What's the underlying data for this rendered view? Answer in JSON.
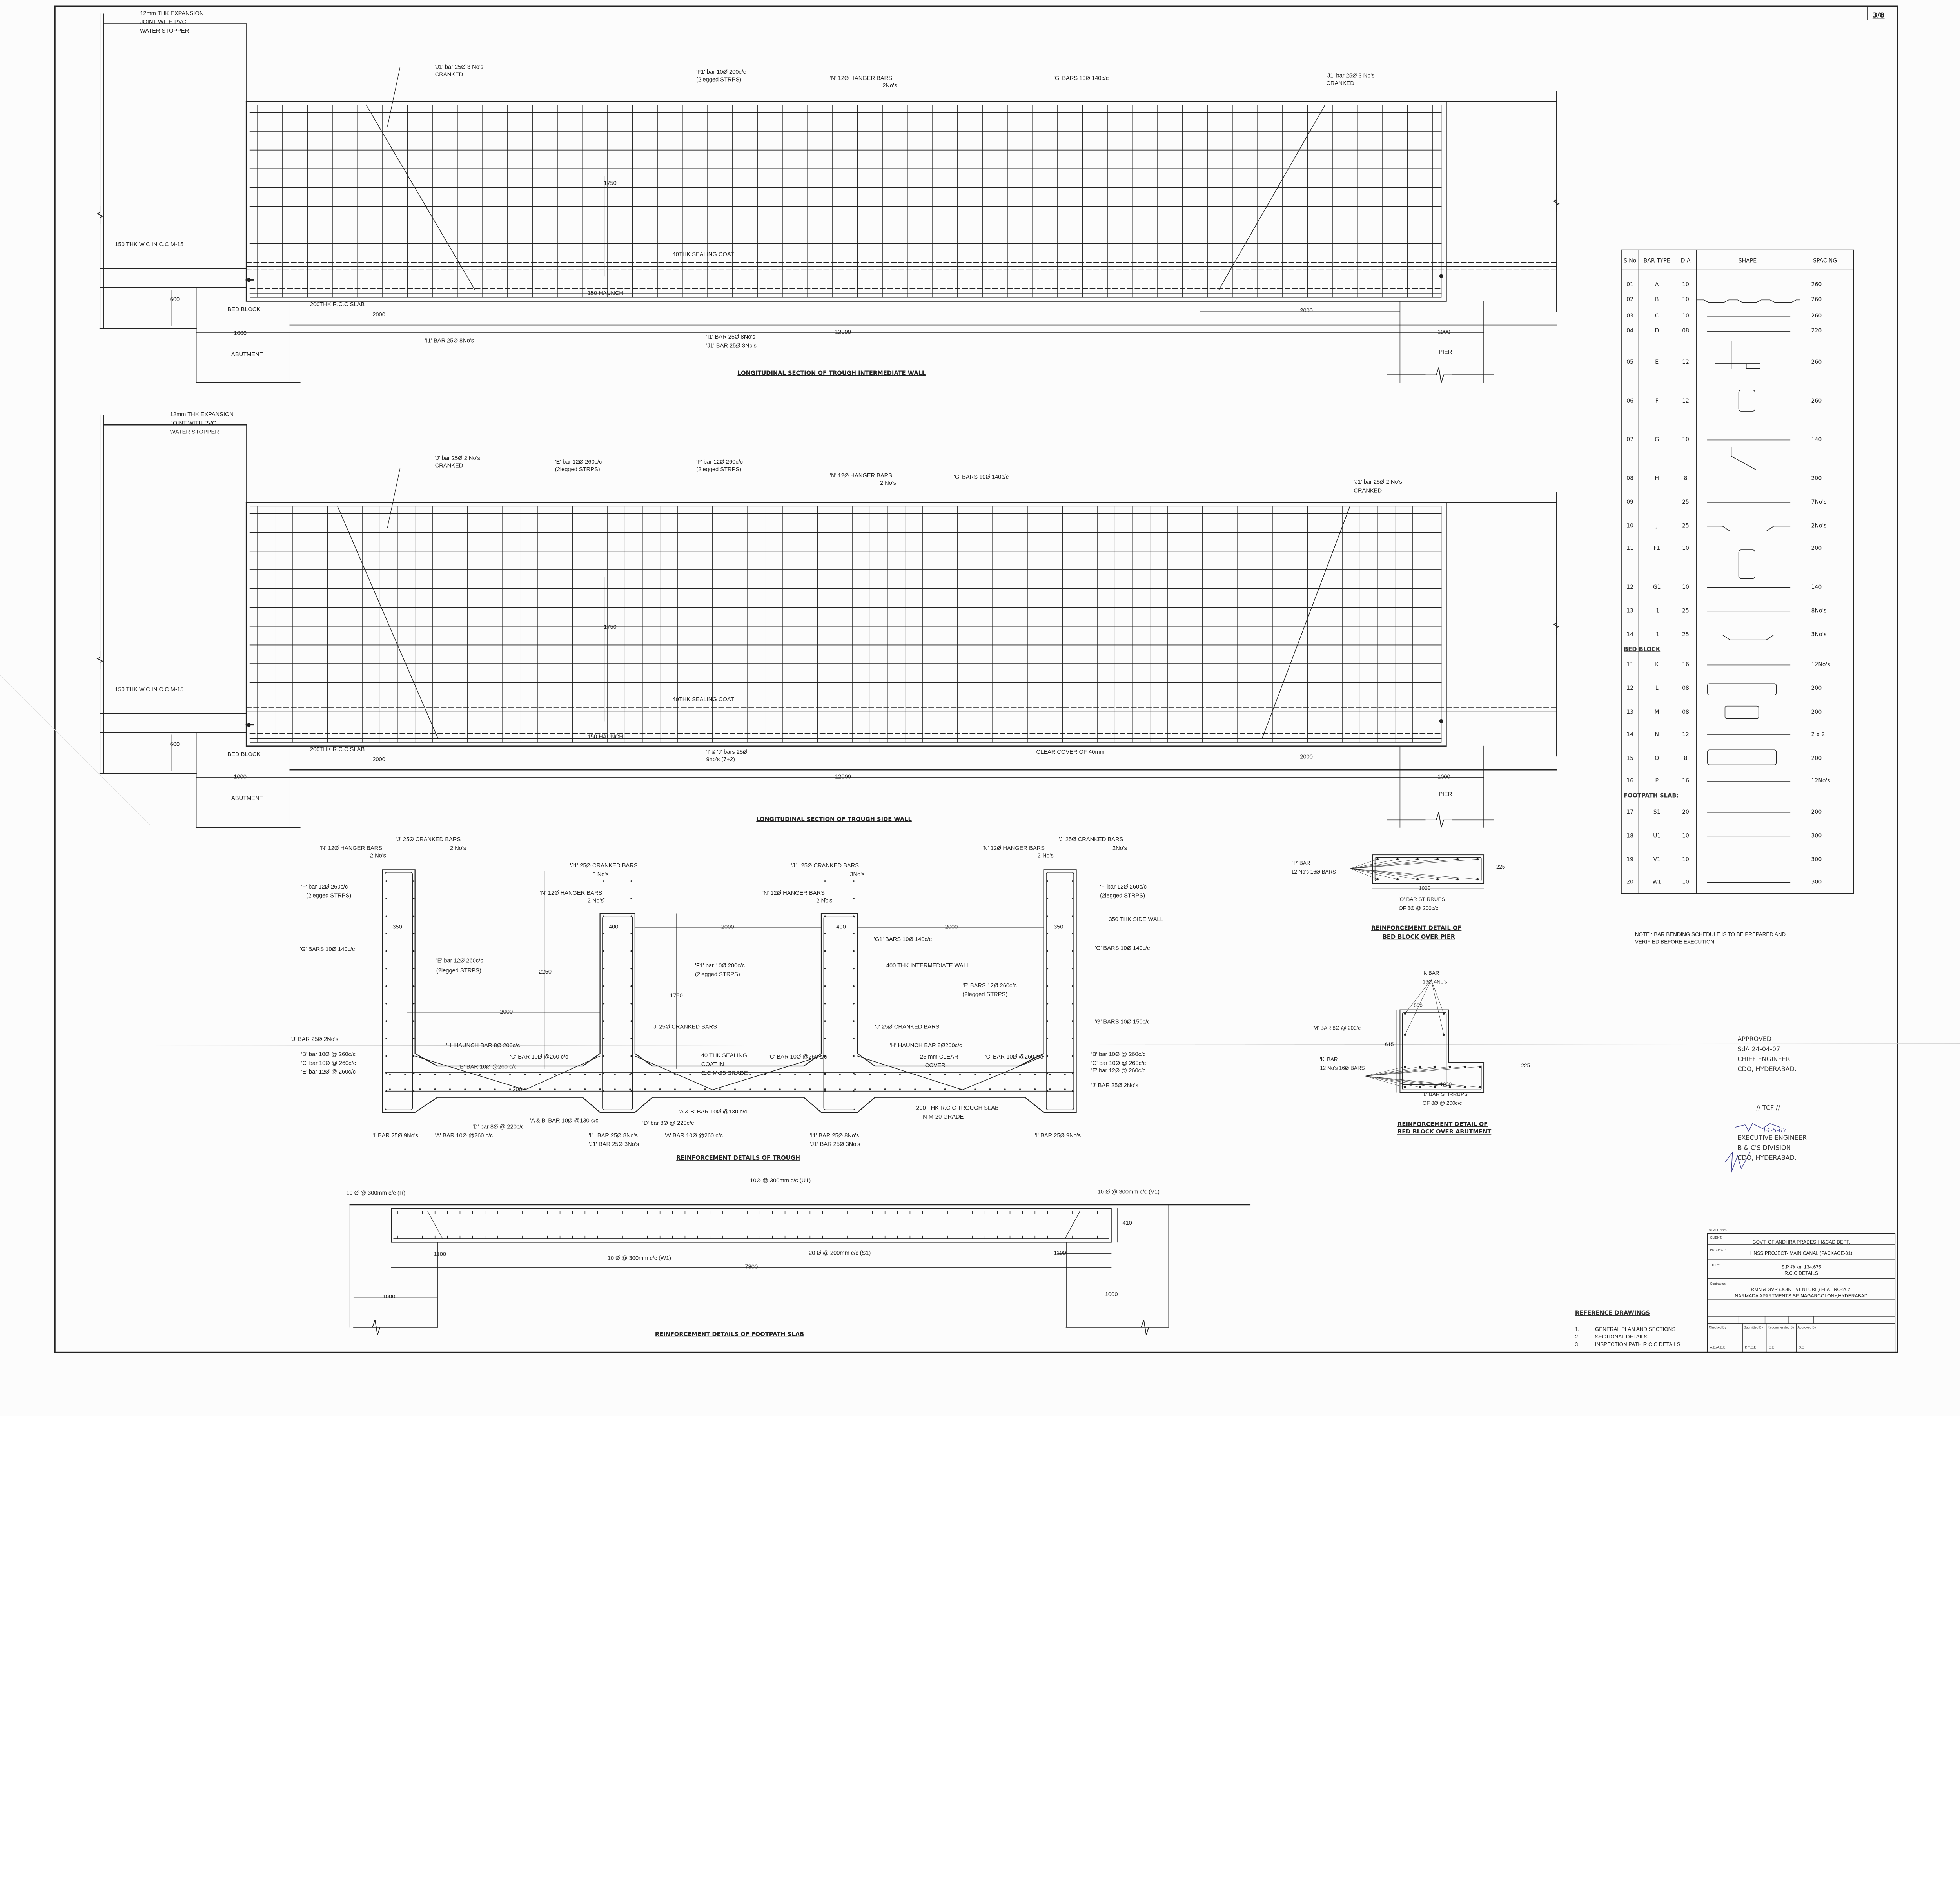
{
  "sheet_number": "3/8",
  "s1": {
    "title": "LONGITUDINAL SECTION OF TROUGH INTERMEDIATE WALL",
    "expansion": [
      "12mm THK EXPANSION",
      "JOINT WITH PVC",
      "WATER STOPPER"
    ],
    "j1_left": [
      "'J1' bar 25Ø 3 No's",
      "CRANKED"
    ],
    "f1": [
      "'F1' bar 10Ø 200c/c",
      "(2legged STRPS)"
    ],
    "n": [
      "'N' 12Ø HANGER BARS",
      "2No's"
    ],
    "g": "'G' BARS 10Ø 140c/c",
    "j1_right": [
      "'J1' bar 25Ø 3 No's",
      "CRANKED"
    ],
    "height": "1750",
    "sealing": "40THK SEALING COAT",
    "wc": "150 THK W.C IN C.C M-15",
    "bed_height": "600",
    "bed_block": "BED BLOCK",
    "slab": "200THK R.C.C SLAB",
    "haunch": "150 HAUNCH",
    "dim_left": "2000",
    "dim_right": "2000",
    "span_left": "1000",
    "span": "12000",
    "span_right": "1000",
    "i1": "'I1' BAR 25Ø 8No's",
    "bottom_bars": [
      "'I1' BAR 25Ø 8No's",
      "'J1' BAR 25Ø 3No's"
    ],
    "abutment": "ABUTMENT",
    "pier": "PIER"
  },
  "s2": {
    "title": "LONGITUDINAL SECTION OF TROUGH SIDE WALL",
    "expansion": [
      "12mm THK EXPANSION",
      "JOINT WITH PVC",
      "WATER STOPPER"
    ],
    "j_left": [
      "'J' bar 25Ø 2 No's",
      "CRANKED"
    ],
    "e": [
      "'E' bar 12Ø 260c/c",
      "(2legged STRPS)"
    ],
    "f": [
      "'F' bar 12Ø 260c/c",
      "(2legged STRPS)"
    ],
    "n": [
      "'N' 12Ø HANGER BARS",
      "2 No's"
    ],
    "g": "'G' BARS 10Ø 140c/c",
    "j1_right": [
      "'J1' bar 25Ø 2 No's",
      "CRANKED"
    ],
    "height": "1750",
    "sealing": "40THK SEALING COAT",
    "wc": "150 THK W.C IN C.C M-15",
    "bed_height": "600",
    "bed_block": "BED BLOCK",
    "slab": "200THK R.C.C SLAB",
    "haunch": "150 HAUNCH",
    "dim_left": "2000",
    "dim_right": "2000",
    "ij_bars": [
      "'I' & 'J' bars 25Ø",
      "9no's (7+2)"
    ],
    "clear_cover": "CLEAR COVER OF 40mm",
    "span_left": "1000",
    "span": "12000",
    "span_right": "1000",
    "abutment": "ABUTMENT",
    "pier": "PIER"
  },
  "trough": {
    "title": "REINFORCEMENT DETAILS OF TROUGH",
    "n_hanger_1": [
      "'N' 12Ø HANGER BARS",
      "2 No's"
    ],
    "j_cranked_1": [
      "'J' 25Ø CRANKED BARS",
      "2 No's"
    ],
    "j1_cranked_2": [
      "'J1' 25Ø CRANKED BARS",
      "3 No's"
    ],
    "n_hanger_2": [
      "'N' 12Ø HANGER BARS",
      "2 No's"
    ],
    "j1_cranked_3": [
      "'J1' 25Ø CRANKED BARS",
      "3No's"
    ],
    "n_hanger_3": [
      "'N' 12Ø HANGER BARS",
      "2 No's"
    ],
    "n_hanger_4": [
      "'N' 12Ø HANGER BARS",
      "2 No's"
    ],
    "j_cranked_4": [
      "'J' 25Ø CRANKED BARS",
      "2No's"
    ],
    "f_left": [
      "'F' bar 12Ø 260c/c",
      "(2legged STRPS)"
    ],
    "f_right": [
      "'F' bar 12Ø 260c/c",
      "(2legged STRPS)"
    ],
    "w350_left": "350",
    "w400_1": "400",
    "gap_1": "2000",
    "w400_2": "400",
    "gap_2": "2000",
    "w350_right": "350",
    "side_wall": "350 THK SIDE WALL",
    "g1_bars": "'G1' BARS 10Ø 140c/c",
    "g_left": "'G' BARS 10Ø 140c/c",
    "g_right": "'G' BARS 10Ø 140c/c",
    "e_left": [
      "'E' bar 12Ø 260c/c",
      "(2legged STRPS)"
    ],
    "intermediate_wall": "400 THK INTERMEDIATE WALL",
    "h2250": "2250",
    "f1": [
      "'F1' bar 10Ø 200c/c",
      "(2legged STRPS)"
    ],
    "e_right": [
      "'E' BARS 12Ø 260c/c",
      "(2legged STRPS)"
    ],
    "h1750": "1750",
    "gap_3": "2000",
    "g_150": "'G' BARS 10Ø 150c/c",
    "j_bar_left": "'J' BAR 25Ø 2No's",
    "j_cr_a": "'J' 25Ø CRANKED BARS",
    "j_cr_b": "'J' 25Ø CRANKED BARS",
    "haunch_a": "'H' HAUNCH BAR 8Ø 200c/c",
    "haunch_b": "'H' HAUNCH BAR 8Ø200c/c",
    "bce_left": [
      "'B' bar 10Ø @ 260c/c",
      "'C' bar 10Ø @ 260c/c",
      "'E' bar 12Ø @ 260c/c"
    ],
    "c_bar_a": "'C' BAR 10Ø @260 c/c",
    "b_bar_a": "'B' BAR 10Ø @260 c/c",
    "sealing": [
      "40 THK SEALING",
      "COAT IN",
      "C.C M-25 GRADE"
    ],
    "c_bar_b": "'C' BAR 10Ø @260 c/c",
    "clear_cover": [
      "25 mm CLEAR",
      "COVER"
    ],
    "c_bar_c": "'C' BAR 10Ø @260 c/c",
    "bce_right": [
      "'B' bar 10Ø @ 260c/c",
      "'C' bar 10Ø @ 260c/c",
      "'E' bar 12Ø @ 260c/c"
    ],
    "j_bar_right": "'J' BAR 25Ø 2No's",
    "slab_200": "200",
    "ab_a": "'A & B' BAR 10Ø @130 c/c",
    "ab_b": "'A & B' BAR 10Ø @130 c/c",
    "d_a": "'D' bar 8Ø @ 220c/c",
    "d_b": "'D' bar 8Ø @ 220c/c",
    "trough_slab": [
      "200 THK R.C.C TROUGH SLAB",
      "IN M-20 GRADE"
    ],
    "i_left": "'I' BAR 25Ø 9No's",
    "a_a": "'A' BAR 10Ø @260 c/c",
    "i1j1_a": [
      "'I1' BAR 25Ø 8No's",
      "'J1' BAR 25Ø 3No's"
    ],
    "a_b": "'A' BAR 10Ø @260 c/c",
    "i1j1_b": [
      "'I1' BAR 25Ø 8No's",
      "'J1' BAR 25Ø 3No's"
    ],
    "i_right": "'I' BAR 25Ø 9No's"
  },
  "footpath": {
    "title": "REINFORCEMENT DETAILS OF FOOTPATH SLAB",
    "r": "10 Ø @ 300mm c/c (R)",
    "u1": "10Ø @ 300mm c/c (U1)",
    "v1": "10 Ø @ 300mm c/c (V1)",
    "depth": "410",
    "left_1100": "1100",
    "w1": "10 Ø @ 300mm c/c (W1)",
    "s1": "20 Ø @ 200mm c/c (S1)",
    "right_1100": "1100",
    "span": "7800",
    "left_1000": "1000",
    "right_1000": "1000"
  },
  "bed_pier": {
    "title": [
      "REINFORCEMENT DETAIL OF",
      "BED BLOCK OVER PIER"
    ],
    "p_bar": [
      "'P' BAR",
      "12 No's 16Ø BARS"
    ],
    "depth": "225",
    "width": "1000",
    "o_bar": [
      "'O' BAR STIRRUPS",
      "OF 8Ø @ 200c/c"
    ]
  },
  "bed_abut": {
    "title": [
      "REINFORCEMENT DETAIL OF",
      "BED BLOCK OVER ABUTMENT"
    ],
    "k_top": [
      "'K BAR",
      "16Ø 4No's"
    ],
    "top_width": "500",
    "m_bar": "'M' BAR 8Ø @ 200/c",
    "height": "615",
    "k_bar": [
      "'K' BAR",
      "12 No's 16Ø BARS"
    ],
    "depth": "225",
    "width": "1000",
    "l_bar": [
      "'L' BAR STIRRUPS",
      "OF 8Ø @ 200c/c"
    ]
  },
  "schedule": {
    "headers": [
      "S.No",
      "BAR TYPE",
      "DIA",
      "SHAPE",
      "SPACING"
    ],
    "rows": [
      {
        "sno": "01",
        "type": "A",
        "dia": "10",
        "shape": "straight",
        "spacing": "260"
      },
      {
        "sno": "02",
        "type": "B",
        "dia": "10",
        "shape": "multi-crank",
        "spacing": "260"
      },
      {
        "sno": "03",
        "type": "C",
        "dia": "10",
        "shape": "straight",
        "spacing": "260"
      },
      {
        "sno": "04",
        "type": "D",
        "dia": "08",
        "shape": "straight",
        "spacing": "220"
      },
      {
        "sno": "05",
        "type": "E",
        "dia": "12",
        "shape": "l-hook",
        "spacing": "260"
      },
      {
        "sno": "06",
        "type": "F",
        "dia": "12",
        "shape": "stirrup",
        "spacing": "260"
      },
      {
        "sno": "07",
        "type": "G",
        "dia": "10",
        "shape": "straight",
        "spacing": "140"
      },
      {
        "sno": "08",
        "type": "H",
        "dia": "8",
        "shape": "haunch-bend",
        "spacing": "200"
      },
      {
        "sno": "09",
        "type": "I",
        "dia": "25",
        "shape": "straight",
        "spacing": "7No's"
      },
      {
        "sno": "10",
        "type": "J",
        "dia": "25",
        "shape": "crank",
        "spacing": "2No's"
      },
      {
        "sno": "11",
        "type": "F1",
        "dia": "10",
        "shape": "stirrup-tall",
        "spacing": "200"
      },
      {
        "sno": "12",
        "type": "G1",
        "dia": "10",
        "shape": "straight",
        "spacing": "140"
      },
      {
        "sno": "13",
        "type": "I1",
        "dia": "25",
        "shape": "straight",
        "spacing": "8No's"
      },
      {
        "sno": "14",
        "type": "J1",
        "dia": "25",
        "shape": "crank",
        "spacing": "3No's"
      },
      {
        "group": "BED BLOCK"
      },
      {
        "sno": "11",
        "type": "K",
        "dia": "16",
        "shape": "straight",
        "spacing": "12No's"
      },
      {
        "sno": "12",
        "type": "L",
        "dia": "08",
        "shape": "rect-long",
        "spacing": "200"
      },
      {
        "sno": "13",
        "type": "M",
        "dia": "08",
        "shape": "rect-small",
        "spacing": "200"
      },
      {
        "sno": "14",
        "type": "N",
        "dia": "12",
        "shape": "straight",
        "spacing": "2 x 2"
      },
      {
        "sno": "15",
        "type": "O",
        "dia": "8",
        "shape": "rect-tall",
        "spacing": "200"
      },
      {
        "sno": "16",
        "type": "P",
        "dia": "16",
        "shape": "straight",
        "spacing": "12No's"
      },
      {
        "group": "FOOTPATH SLAB:"
      },
      {
        "sno": "17",
        "type": "S1",
        "dia": "20",
        "shape": "straight",
        "spacing": "200"
      },
      {
        "sno": "18",
        "type": "U1",
        "dia": "10",
        "shape": "straight",
        "spacing": "300"
      },
      {
        "sno": "19",
        "type": "V1",
        "dia": "10",
        "shape": "straight",
        "spacing": "300"
      },
      {
        "sno": "20",
        "type": "W1",
        "dia": "10",
        "shape": "straight",
        "spacing": "300"
      }
    ]
  },
  "note": [
    "NOTE : BAR BENDING SCHEDULE IS TO BE PREPARED AND",
    "VERIFIED BEFORE EXECUTION."
  ],
  "approval": [
    "APPROVED",
    "Sd/- 24-04-07",
    "CHIEF ENGINEER",
    "CDO, HYDERABAD."
  ],
  "tcf": "// TCF //",
  "signature_date": "14-5-07",
  "executive": [
    "EXECUTIVE ENGINEER",
    "B & C'S DIVISION",
    "CDO, HYDERABAD."
  ],
  "reference": {
    "heading": "REFERENCE DRAWINGS",
    "items": [
      {
        "num": "1.",
        "label": "GENERAL PLAN AND SECTIONS"
      },
      {
        "num": "2.",
        "label": "SECTIONAL DETAILS"
      },
      {
        "num": "3.",
        "label": "INSPECTION PATH R.C.C DETAILS"
      }
    ]
  },
  "title_block": {
    "scale": "SCALE  1:25",
    "client_label": "CLIENT:",
    "client": "GOVT. OF ANDHRA PRADESH.I&CAD DEPT.",
    "project_label": "PROJECT:",
    "project": "HNSS PROJECT- MAIN CANAL (PACKAGE-31)",
    "title_label": "TITLE:",
    "title": [
      "S.P @ km 134.675",
      "R.C.C DETAILS"
    ],
    "contractor_label": "Contractor:",
    "contractor": [
      "RMN & GVR (JOINT VENTURE) FLAT NO-202,",
      "NARMADA APARTMENTS SRINAGARCOLONY,HYDERABAD"
    ],
    "signoffs": [
      {
        "label": "Checked By",
        "role": "A.E./A.E.E."
      },
      {
        "label": "Submitted By",
        "role": "D.Y.E.E"
      },
      {
        "label": "Recommended By",
        "role": "E.E"
      },
      {
        "label": "Approved By",
        "role": "S.E"
      }
    ]
  }
}
